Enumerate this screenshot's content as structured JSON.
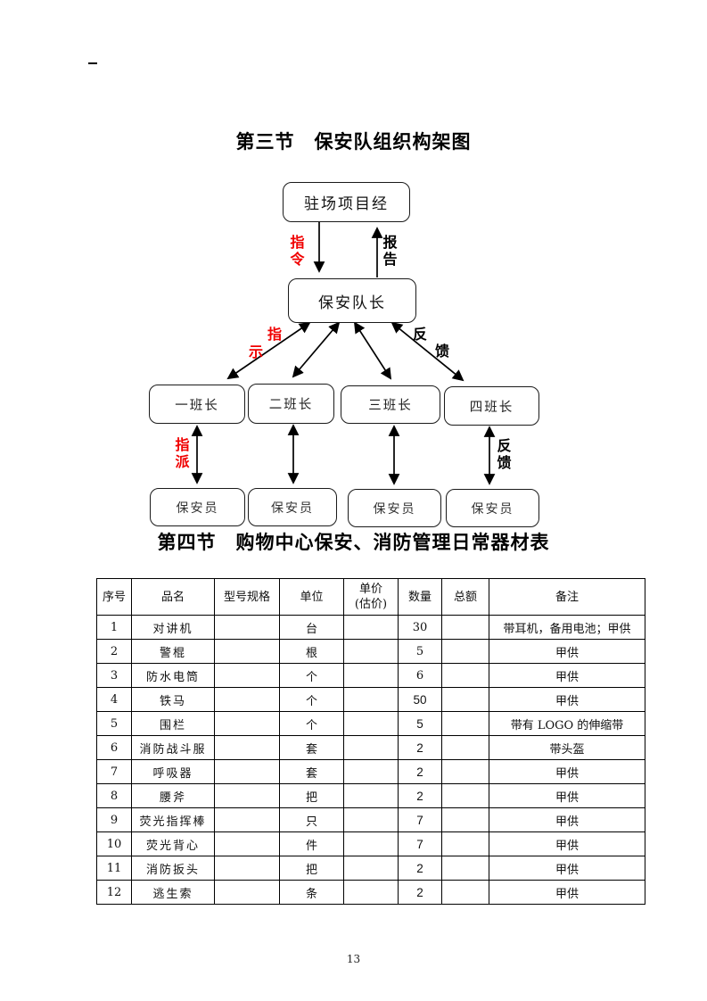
{
  "page": {
    "number": "13"
  },
  "section3": {
    "title": "第三节　保安队组织构架图",
    "org": {
      "manager": "驻场项目经",
      "captain": "保安队长",
      "squads": [
        "一班长",
        "二班长",
        "三班长",
        "四班长"
      ],
      "guards": [
        "保安员",
        "保安员",
        "保安员",
        "保安员"
      ],
      "labels": {
        "command": "指令",
        "report": "报告",
        "instruct_char1": "指",
        "instruct_char2": "示",
        "feedback_upper_char1": "反",
        "feedback_upper_char2": "馈",
        "assign": "指派",
        "feedback_lower": "反馈"
      },
      "colors": {
        "directive_red": "#f00000",
        "line_black": "#000000"
      }
    }
  },
  "section4": {
    "title": "第四节　购物中心保安、消防管理日常器材表",
    "table": {
      "headers": [
        "序号",
        "品名",
        "型号规格",
        "单位",
        "单价\n(估价)",
        "数量",
        "总额",
        "备注"
      ],
      "rows": [
        {
          "no": "1",
          "name": "对讲机",
          "spec": "",
          "unit": "台",
          "price": "",
          "qty": "30",
          "total": "",
          "note": "带耳机，备用电池；甲供"
        },
        {
          "no": "2",
          "name": "警棍",
          "spec": "",
          "unit": "根",
          "price": "",
          "qty": "5",
          "total": "",
          "note": "甲供"
        },
        {
          "no": "3",
          "name": "防水电筒",
          "spec": "",
          "unit": "个",
          "price": "",
          "qty": "6",
          "total": "",
          "note": "甲供"
        },
        {
          "no": "4",
          "name": "铁马",
          "spec": "",
          "unit": "个",
          "price": "",
          "qty": "50",
          "total": "",
          "note": "甲供"
        },
        {
          "no": "5",
          "name": "围栏",
          "spec": "",
          "unit": "个",
          "price": "",
          "qty": "5",
          "total": "",
          "note": "带有 LOGO 的伸缩带"
        },
        {
          "no": "6",
          "name": "消防战斗服",
          "spec": "",
          "unit": "套",
          "price": "",
          "qty": "2",
          "total": "",
          "note": "带头盔"
        },
        {
          "no": "7",
          "name": "呼吸器",
          "spec": "",
          "unit": "套",
          "price": "",
          "qty": "2",
          "total": "",
          "note": "甲供"
        },
        {
          "no": "8",
          "name": "腰斧",
          "spec": "",
          "unit": "把",
          "price": "",
          "qty": "2",
          "total": "",
          "note": "甲供"
        },
        {
          "no": "9",
          "name": "荧光指挥棒",
          "spec": "",
          "unit": "只",
          "price": "",
          "qty": "7",
          "total": "",
          "note": "甲供"
        },
        {
          "no": "10",
          "name": "荧光背心",
          "spec": "",
          "unit": "件",
          "price": "",
          "qty": "7",
          "total": "",
          "note": "甲供"
        },
        {
          "no": "11",
          "name": "消防扳头",
          "spec": "",
          "unit": "把",
          "price": "",
          "qty": "2",
          "total": "",
          "note": "甲供"
        },
        {
          "no": "12",
          "name": "逃生索",
          "spec": "",
          "unit": "条",
          "price": "",
          "qty": "2",
          "total": "",
          "note": "甲供"
        }
      ]
    }
  }
}
